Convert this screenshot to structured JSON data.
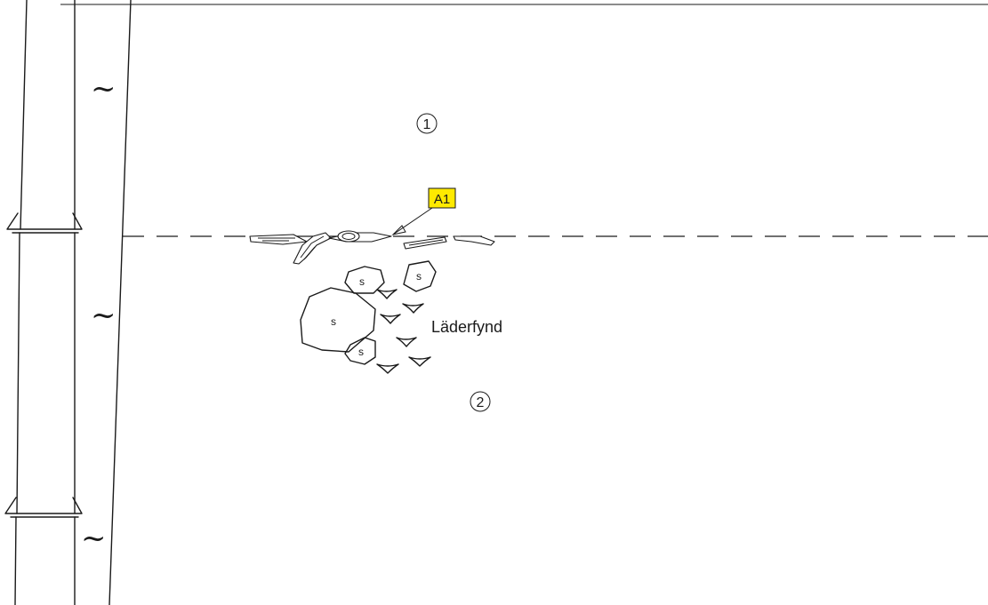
{
  "layers": [
    {
      "id": "layer-1",
      "label": "1"
    },
    {
      "id": "layer-2",
      "label": "2"
    }
  ],
  "finds": {
    "leather_label": "Läderfynd",
    "tag_label": "A1",
    "tag_color": "#ffea00"
  },
  "stones": [
    {
      "label": "s"
    },
    {
      "label": "s"
    },
    {
      "label": "s"
    },
    {
      "label": "s"
    }
  ],
  "profile_marks": [
    "~",
    "~",
    "~"
  ]
}
